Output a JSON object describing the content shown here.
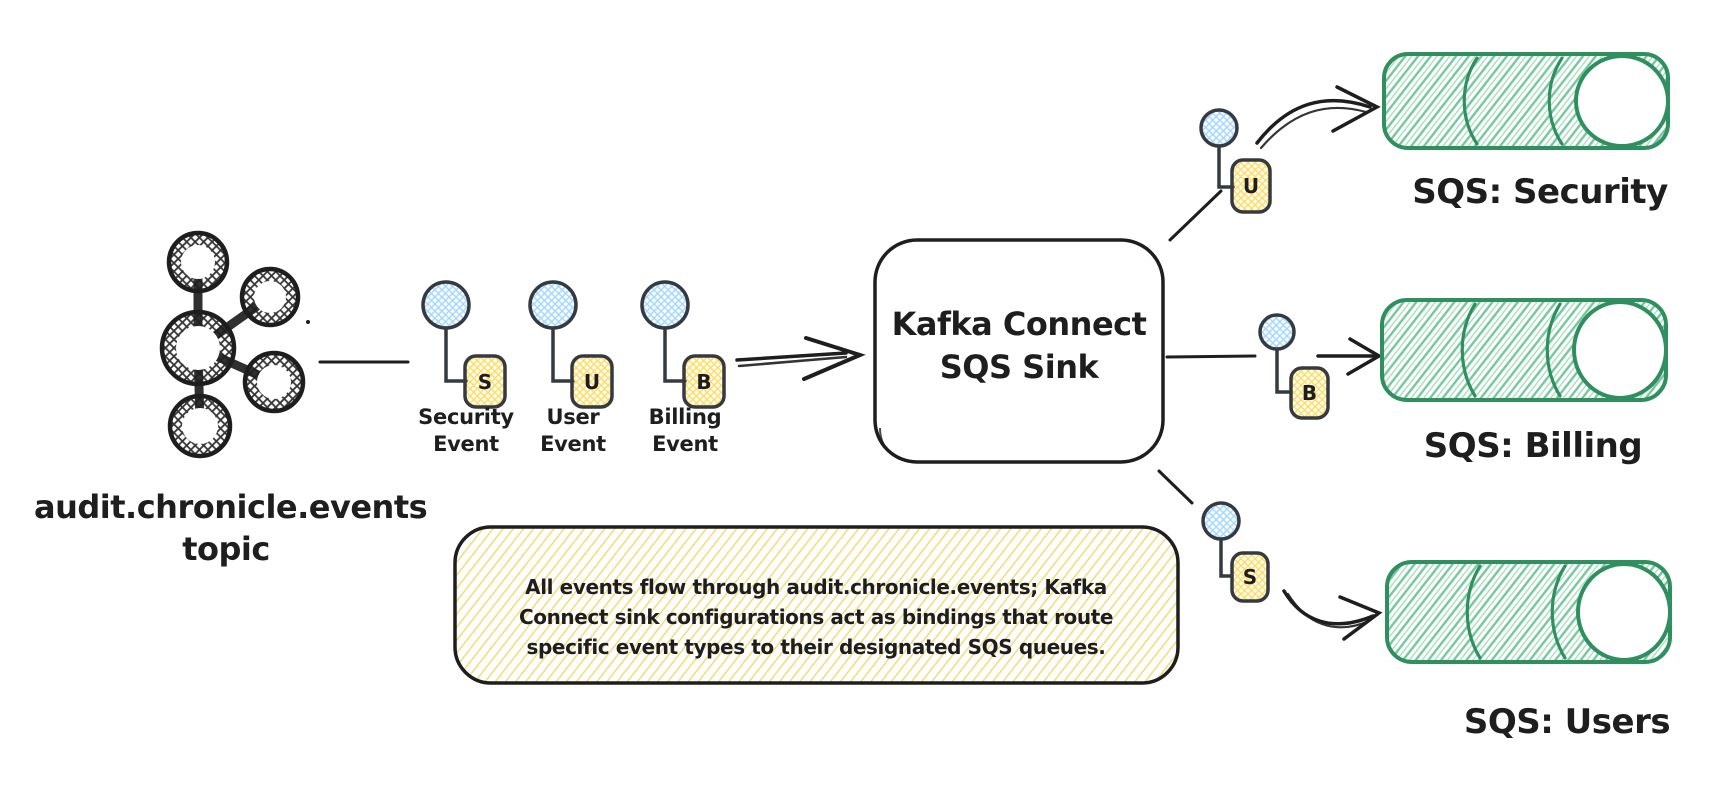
{
  "diagram_title": "Kafka Connect SQS Sink routing diagram",
  "colors": {
    "ink": "#1e1e1e",
    "marker_stroke": "#343a40",
    "blue_hatch": "#a5d8ff",
    "yellow_hatch": "#ffd43b",
    "green_stroke": "#2f8f5f",
    "green_hatch": "#74c69d",
    "note_hatch": "#f3d35e"
  },
  "topic": {
    "label_line1": "audit.chronicle.events",
    "label_line2": "topic"
  },
  "events": [
    {
      "letter": "S",
      "label_line1": "Security",
      "label_line2": "Event"
    },
    {
      "letter": "U",
      "label_line1": "User",
      "label_line2": "Event"
    },
    {
      "letter": "B",
      "label_line1": "Billing",
      "label_line2": "Event"
    }
  ],
  "connector": {
    "label_line1": "Kafka Connect",
    "label_line2": "SQS Sink"
  },
  "routes": [
    {
      "marker_letter": "U",
      "queue_label": "SQS: Security"
    },
    {
      "marker_letter": "B",
      "queue_label": "SQS: Billing"
    },
    {
      "marker_letter": "S",
      "queue_label": "SQS: Users"
    }
  ],
  "note": {
    "line1": "All events flow through audit.chronicle.events; Kafka",
    "line2": "Connect sink configurations act as bindings that route",
    "line3": "specific event types to their designated SQS queues."
  }
}
